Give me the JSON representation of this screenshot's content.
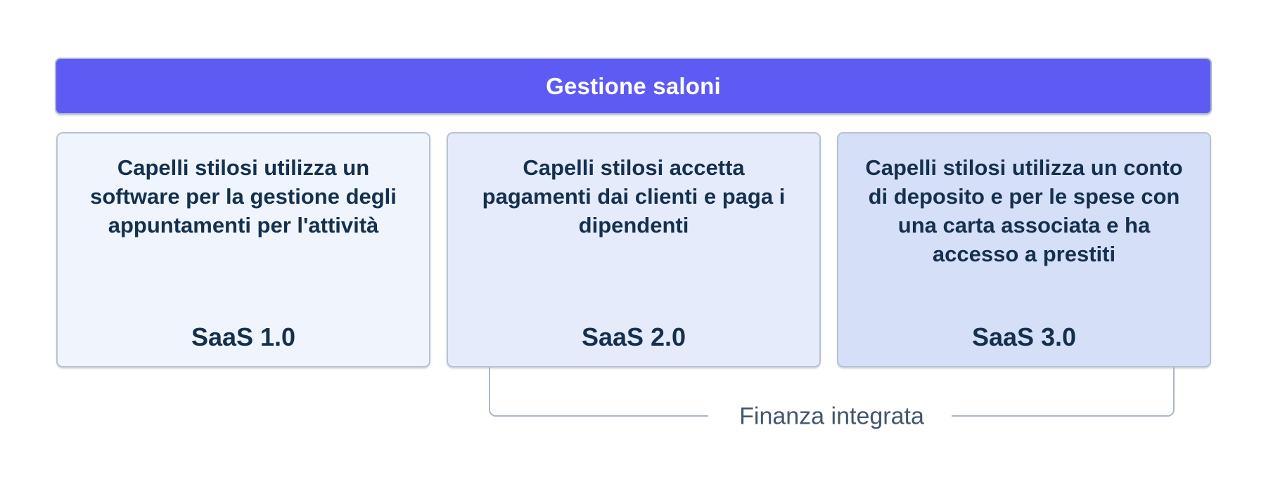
{
  "diagram": {
    "header": {
      "title": "Gestione saloni",
      "bg_color": "#5e5bf4",
      "text_color": "#ffffff"
    },
    "cards": [
      {
        "description": "Capelli stilosi utilizza un software per la gestione degli appuntamenti per l'attività",
        "label": "SaaS 1.0",
        "bg_color": "#f0f5fd"
      },
      {
        "description": "Capelli stilosi accetta pagamenti dai clienti e paga i dipendenti",
        "label": "SaaS 2.0",
        "bg_color": "#e5ebfa"
      },
      {
        "description": "Capelli stilosi utilizza un conto di deposito e per le spese con una carta associata e ha accesso a prestiti",
        "label": "SaaS 3.0",
        "bg_color": "#d6dff8"
      }
    ],
    "bracket": {
      "label": "Finanza integrata",
      "line_color": "#a9b6c6",
      "text_color": "#43566b"
    },
    "colors": {
      "card_text": "#14304e",
      "card_border": "#b7c2d2",
      "page_bg": "#ffffff"
    }
  }
}
